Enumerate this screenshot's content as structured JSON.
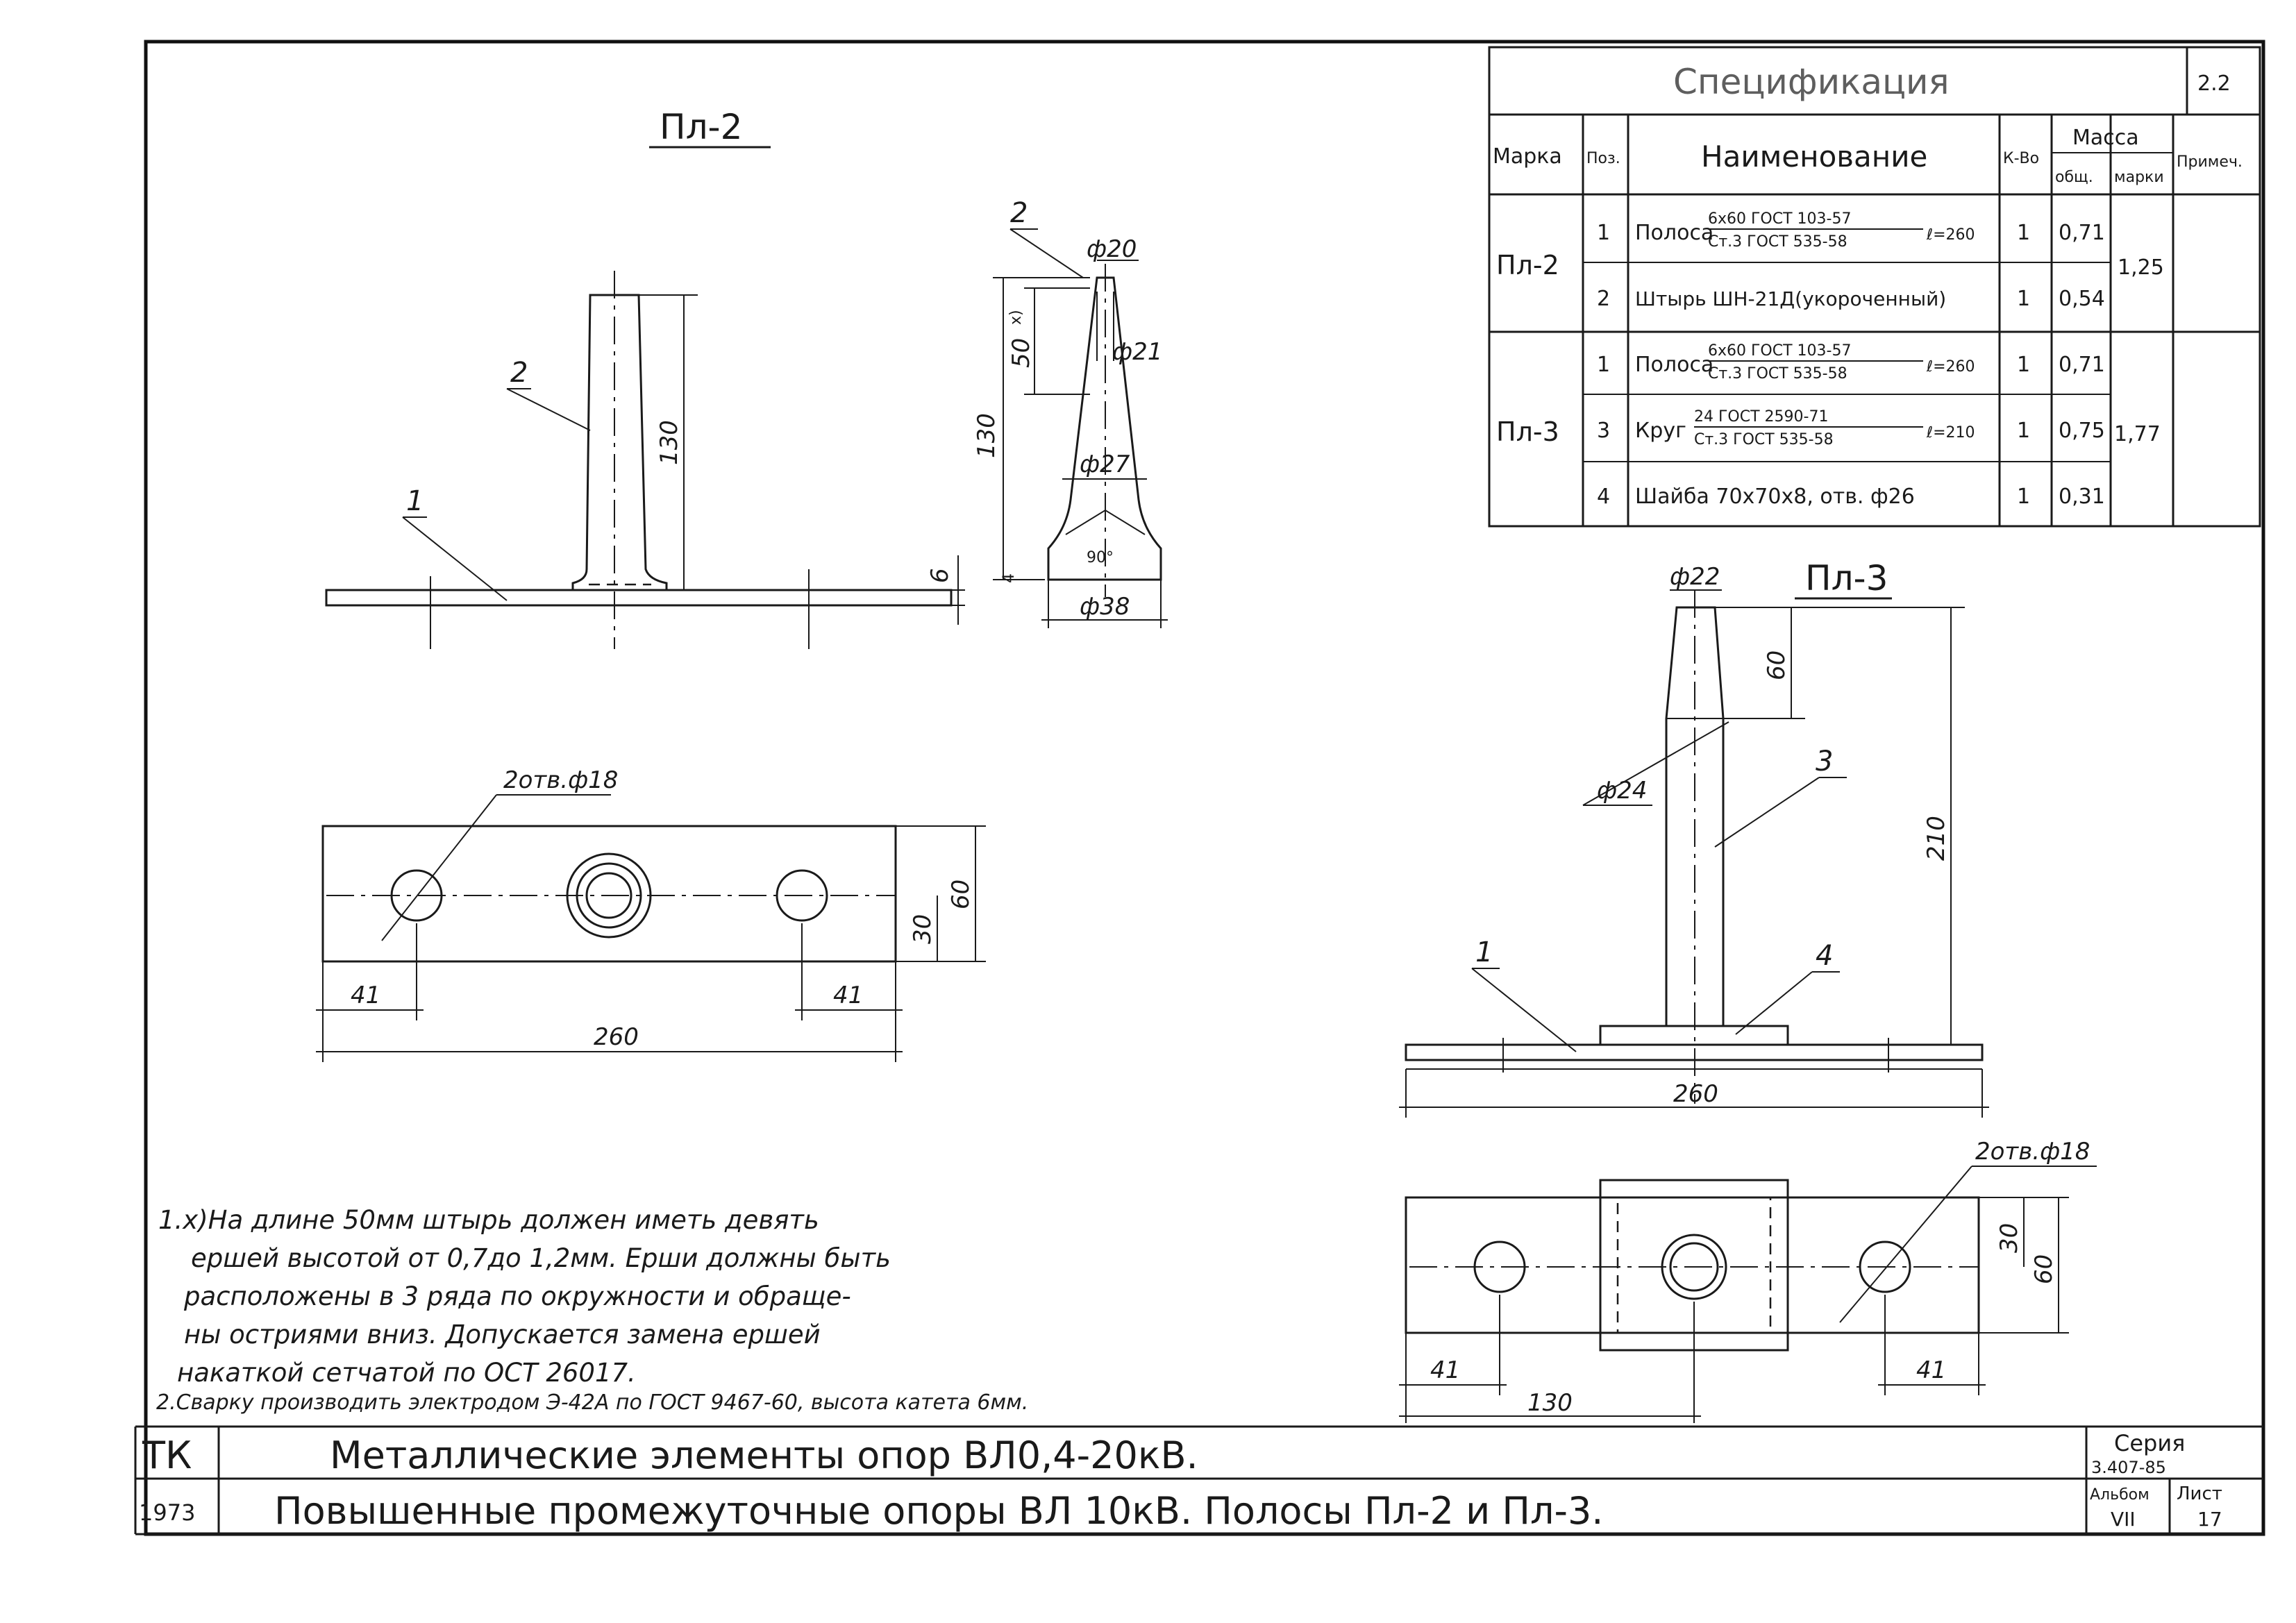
{
  "drawing": {
    "view_pl2_title": "Пл-2",
    "view_pl3_title": "Пл-3"
  },
  "labels": {
    "pos1": "1",
    "pos2": "2",
    "pos3": "3",
    "pos4": "4",
    "holes_pl2": "2отв.ф18",
    "holes_pl3": "2отв.ф18"
  },
  "dims": {
    "pl2_front_height": "130",
    "pl2_front_thickness": "6",
    "pin_top_dia": "ф20",
    "pin_ruff_len": "50",
    "pin_ruff_mark": "х)",
    "pin_mid_dia": "ф21",
    "pin_lower_dia": "ф27",
    "pin_total_height": "130",
    "pin_base_h": "4",
    "pin_base_dia": "ф38",
    "pin_tip_angle": "90°",
    "pl2_plan_left": "41",
    "pl2_plan_right": "41",
    "pl2_plan_width": "260",
    "pl2_plan_half": "30",
    "pl2_plan_height": "60",
    "pl3_top_dia": "ф22",
    "pl3_top_len": "60",
    "pl3_round_dia": "ф24",
    "pl3_height": "210",
    "pl3_width": "260",
    "pl3_plan_left": "41",
    "pl3_plan_right": "41",
    "pl3_plan_mid": "130",
    "pl3_plan_half": "30",
    "pl3_plan_height": "60"
  },
  "spec": {
    "title": "Спецификация",
    "sheet_ref": "2.2",
    "headers": {
      "mark": "Марка",
      "pos": "Поз.",
      "name": "Наименование",
      "qty": "К-Во",
      "mass": "Масса",
      "mass_each": "общ.",
      "mass_total": "марки",
      "note": "Примеч."
    },
    "groups": [
      {
        "mark": "Пл-2",
        "total": "1,25",
        "rows": [
          {
            "pos": "1",
            "name_a": "Полоса",
            "frac_top": "6х60 ГОСТ 103-57",
            "frac_bot": "Ст.3 ГОСТ 535-58",
            "len": "ℓ=260",
            "qty": "1",
            "mass": "0,71"
          },
          {
            "pos": "2",
            "name_a": "Штырь ШН-21Д(укороченный)",
            "frac_top": "",
            "frac_bot": "",
            "len": "",
            "qty": "1",
            "mass": "0,54"
          }
        ]
      },
      {
        "mark": "Пл-3",
        "total": "1,77",
        "rows": [
          {
            "pos": "1",
            "name_a": "Полоса",
            "frac_top": "6х60 ГОСТ 103-57",
            "frac_bot": "Ст.3 ГОСТ 535-58",
            "len": "ℓ=260",
            "qty": "1",
            "mass": "0,71"
          },
          {
            "pos": "3",
            "name_a": "Круг",
            "frac_top": "24 ГОСТ 2590-71",
            "frac_bot": "Ст.3 ГОСТ 535-58",
            "len": "ℓ=210",
            "qty": "1",
            "mass": "0,75"
          },
          {
            "pos": "4",
            "name_a": "Шайба 70х70х8, отв. ф26",
            "frac_top": "",
            "frac_bot": "",
            "len": "",
            "qty": "1",
            "mass": "0,31"
          }
        ]
      }
    ]
  },
  "notes": [
    "1.х)На длине 50мм штырь должен иметь девять",
    "ершей высотой от 0,7до 1,2мм. Ерши должны быть",
    "расположены в 3 ряда по окружности и обраще-",
    "ны остриями вниз. Допускается замена ершей",
    "накаткой сетчатой  по ОСТ 26017.",
    "2.Сварку производить электродом Э-42А по ГОСТ 9467-60, высота катета 6мм."
  ],
  "title_block": {
    "org": "ТК",
    "year": "1973",
    "title_line1": "Металлические элементы опор ВЛ0,4-20кВ.",
    "title_line2": "Повышенные промежуточные опоры ВЛ 10кВ. Полосы Пл-2 и Пл-3.",
    "series_label": "Серия",
    "series_value": "3.407-85",
    "album_label": "Альбом",
    "album_value": "VII",
    "sheet_label": "Лист",
    "sheet_value": "17"
  }
}
